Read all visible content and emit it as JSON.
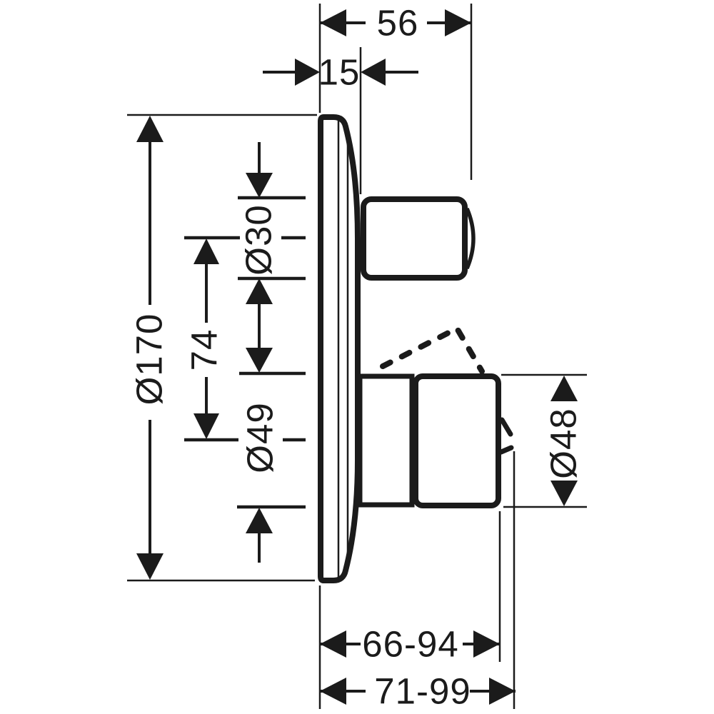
{
  "diagram": {
    "kind": "technical-dimension-drawing",
    "background": "#ffffff",
    "line_color": "#1b1b1b",
    "dimensions": {
      "handle_depth": "56",
      "plate_thickness": "15",
      "plate_diameter": "Ø170",
      "top_handle_diameter": "Ø30",
      "axis_distance": "74",
      "sleeve_diameter": "Ø49",
      "bottom_handle_diameter": "Ø48",
      "depth_range_body": "66-94",
      "depth_range_lever": "71-99"
    }
  }
}
